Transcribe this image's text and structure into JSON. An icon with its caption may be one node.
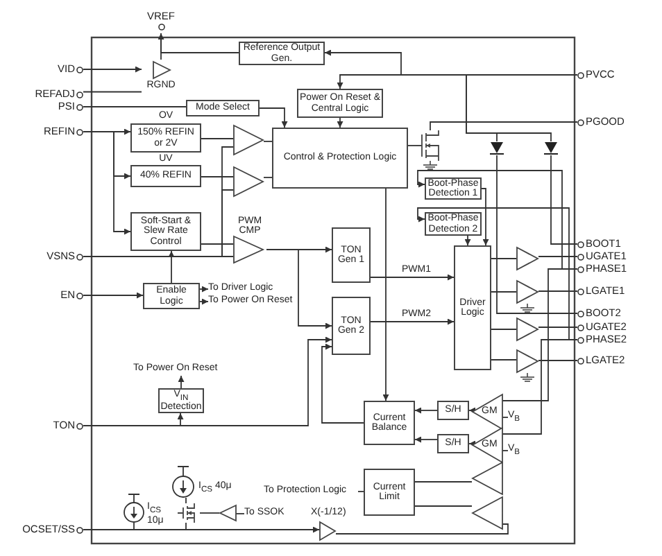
{
  "diagram": {
    "nodes": [
      {
        "text": [
          "VREF"
        ]
      },
      {
        "text": [
          "VID"
        ]
      },
      {
        "text": [
          "REFADJ"
        ]
      },
      {
        "text": [
          "PSI"
        ]
      },
      {
        "text": [
          "REFIN"
        ]
      },
      {
        "text": [
          "VSNS"
        ]
      },
      {
        "text": [
          "EN"
        ]
      },
      {
        "text": [
          "TON"
        ]
      },
      {
        "text": [
          "OCSET/SS"
        ]
      },
      {
        "text": [
          "PVCC"
        ]
      },
      {
        "text": [
          "PGOOD"
        ]
      },
      {
        "text": [
          "BOOT1"
        ]
      },
      {
        "text": [
          "UGATE1"
        ]
      },
      {
        "text": [
          "PHASE1"
        ]
      },
      {
        "text": [
          "LGATE1"
        ]
      },
      {
        "text": [
          "BOOT2"
        ]
      },
      {
        "text": [
          "UGATE2"
        ]
      },
      {
        "text": [
          "PHASE2"
        ]
      },
      {
        "text": [
          "LGATE2"
        ]
      },
      {
        "text": [
          "Reference Output Gen."
        ]
      },
      {
        "text": [
          "RGND"
        ]
      },
      {
        "text": [
          "Power On Reset & Central Logic"
        ]
      },
      {
        "text": [
          "Mode Select"
        ]
      },
      {
        "text": [
          "OV",
          "150% REFIN or 2V"
        ]
      },
      {
        "text": [
          "UV",
          "40% REFIN"
        ]
      },
      {
        "text": [
          "Soft-Start & Slew Rate Control"
        ]
      },
      {
        "text": [],
        "shape": "triangle"
      },
      {
        "text": [],
        "shape": "triangle"
      },
      {
        "text": [
          "PWM CMP"
        ]
      },
      {
        "text": [
          "Control & Protection Logic"
        ]
      },
      {
        "text": [],
        "shape": "transistor"
      },
      {
        "text": [],
        "shape": "diode"
      },
      {
        "text": [],
        "shape": "diode"
      },
      {
        "text": [
          "Boot-Phase Detection 1"
        ]
      },
      {
        "text": [
          "Boot-Phase Detection 2"
        ]
      },
      {
        "text": [
          "TON Gen 1"
        ]
      },
      {
        "text": [
          "TON Gen 2"
        ]
      },
      {
        "text": [
          "Driver Logic"
        ]
      },
      {
        "text": [],
        "shape": "triangle"
      },
      {
        "text": [],
        "shape": "triangle"
      },
      {
        "text": [],
        "shape": "triangle"
      },
      {
        "text": [],
        "shape": "triangle"
      },
      {
        "text": [
          "Enable Logic"
        ]
      },
      {
        "text": [
          "V$_{IN}$ Detection"
        ]
      },
      {
        "text": [
          "Current Balance"
        ]
      },
      {
        "text": [
          "S/H"
        ]
      },
      {
        "text": [
          "S/H"
        ]
      },
      {
        "text": [
          "GM"
        ]
      },
      {
        "text": [
          "GM"
        ]
      },
      {
        "text": [
          "Current Limit"
        ]
      },
      {
        "text": [],
        "shape": "triangle"
      },
      {
        "text": [],
        "shape": "triangle"
      },
      {
        "text": [],
        "shape": "circle",
        "beside": [
          "I$_{CS}$ 40μ"
        ]
      },
      {
        "text": [],
        "shape": "circle",
        "beside": [
          "I$_{CS}$ 10μ"
        ]
      },
      {
        "text": [],
        "shape": "transistor"
      },
      {
        "text": [],
        "shape": "triangle"
      },
      {
        "text": [],
        "shape": "triangle",
        "beside": [
          "X(-1/12)"
        ]
      },
      {
        "text": [
          "To Driver Logic"
        ]
      },
      {
        "text": [
          "To Power On Reset"
        ]
      },
      {
        "text": [
          "To Power On Reset"
        ]
      },
      {
        "text": [
          "To SSOK"
        ]
      },
      {
        "text": [
          "To Protection Logic"
        ]
      },
      {
        "text": [
          "V$_{B}$"
        ]
      },
      {
        "text": [
          "V$_{B}$"
        ]
      }
    ],
    "edges": [
      {
        "from": 19,
        "to": 0,
        "arrow": "to"
      },
      {
        "from": 20,
        "to": 0,
        "arrow": "none"
      },
      {
        "from": 1,
        "to": 20,
        "arrow": "to"
      },
      {
        "from": 2,
        "to": 20,
        "arrow": "none"
      },
      {
        "from": 9,
        "to": 19,
        "arrow": "to"
      },
      {
        "from": 9,
        "to": 21,
        "arrow": "to"
      },
      {
        "from": 21,
        "to": 29,
        "arrow": "to"
      },
      {
        "from": 3,
        "to": 22,
        "arrow": "none"
      },
      {
        "from": 22,
        "to": 29,
        "arrow": "to"
      },
      {
        "from": 4,
        "to": 23,
        "arrow": "to"
      },
      {
        "from": 4,
        "to": 24,
        "arrow": "to"
      },
      {
        "from": 4,
        "to": 25,
        "arrow": "to"
      },
      {
        "from": 23,
        "to": 26,
        "arrow": "none"
      },
      {
        "from": 24,
        "to": 27,
        "arrow": "none"
      },
      {
        "from": 25,
        "to": 28,
        "arrow": "none"
      },
      {
        "from": 5,
        "to": 28,
        "arrow": "none"
      },
      {
        "from": 5,
        "to": 26,
        "arrow": "none"
      },
      {
        "from": 5,
        "to": 27,
        "arrow": "none"
      },
      {
        "from": 26,
        "to": 29,
        "arrow": "none"
      },
      {
        "from": 27,
        "to": 29,
        "arrow": "none"
      },
      {
        "from": 28,
        "to": 35,
        "arrow": "to"
      },
      {
        "from": 28,
        "to": 36,
        "arrow": "to"
      },
      {
        "from": 29,
        "to": 30,
        "arrow": "none"
      },
      {
        "from": 30,
        "to": 10,
        "arrow": "none"
      },
      {
        "from": 42,
        "to": 25,
        "arrow": "to"
      },
      {
        "from": 6,
        "to": 42,
        "arrow": "to"
      },
      {
        "from": 42,
        "to": 57,
        "arrow": "to"
      },
      {
        "from": 42,
        "to": 58,
        "arrow": "to"
      },
      {
        "from": 43,
        "to": 59,
        "arrow": "to"
      },
      {
        "from": 7,
        "to": 43,
        "arrow": "to"
      },
      {
        "from": 7,
        "to": 36,
        "arrow": "to"
      },
      {
        "from": 35,
        "to": 37,
        "arrow": "to",
        "label": "PWM1"
      },
      {
        "from": 36,
        "to": 37,
        "arrow": "to",
        "label": "PWM2"
      },
      {
        "from": 37,
        "to": 38,
        "arrow": "none"
      },
      {
        "from": 37,
        "to": 39,
        "arrow": "none"
      },
      {
        "from": 37,
        "to": 40,
        "arrow": "none"
      },
      {
        "from": 37,
        "to": 41,
        "arrow": "none"
      },
      {
        "from": 38,
        "to": 12,
        "arrow": "none"
      },
      {
        "from": 39,
        "to": 14,
        "arrow": "none"
      },
      {
        "from": 40,
        "to": 16,
        "arrow": "none"
      },
      {
        "from": 41,
        "to": 18,
        "arrow": "none"
      },
      {
        "from": 9,
        "to": 31,
        "arrow": "none"
      },
      {
        "from": 9,
        "to": 32,
        "arrow": "none"
      },
      {
        "from": 31,
        "to": 15,
        "arrow": "none"
      },
      {
        "from": 32,
        "to": 11,
        "arrow": "none"
      },
      {
        "from": 33,
        "to": 37,
        "arrow": "to"
      },
      {
        "from": 34,
        "to": 37,
        "arrow": "to"
      },
      {
        "from": 13,
        "to": 33,
        "arrow": "to"
      },
      {
        "from": 17,
        "to": 34,
        "arrow": "to"
      },
      {
        "from": 47,
        "to": 45,
        "arrow": "to"
      },
      {
        "from": 48,
        "to": 46,
        "arrow": "to"
      },
      {
        "from": 45,
        "to": 44,
        "arrow": "to"
      },
      {
        "from": 46,
        "to": 44,
        "arrow": "to"
      },
      {
        "from": 62,
        "to": 47,
        "arrow": "none"
      },
      {
        "from": 63,
        "to": 48,
        "arrow": "none"
      },
      {
        "from": 13,
        "to": 47,
        "arrow": "none"
      },
      {
        "from": 17,
        "to": 48,
        "arrow": "none"
      },
      {
        "from": 29,
        "to": 44,
        "arrow": "to"
      },
      {
        "from": 44,
        "to": 36,
        "arrow": "to"
      },
      {
        "from": 61,
        "to": 49,
        "arrow": "none"
      },
      {
        "from": 49,
        "to": 50,
        "arrow": "none"
      },
      {
        "from": 49,
        "to": 51,
        "arrow": "none"
      },
      {
        "from": 8,
        "to": 56,
        "arrow": "to"
      },
      {
        "from": 56,
        "to": 51,
        "arrow": "none"
      },
      {
        "from": 52,
        "to": 54,
        "arrow": "none"
      },
      {
        "from": 54,
        "to": 8,
        "arrow": "none"
      },
      {
        "from": 53,
        "to": 8,
        "arrow": "none"
      },
      {
        "from": 55,
        "to": 54,
        "arrow": "none"
      },
      {
        "from": 60,
        "to": 55,
        "arrow": "none"
      }
    ]
  }
}
